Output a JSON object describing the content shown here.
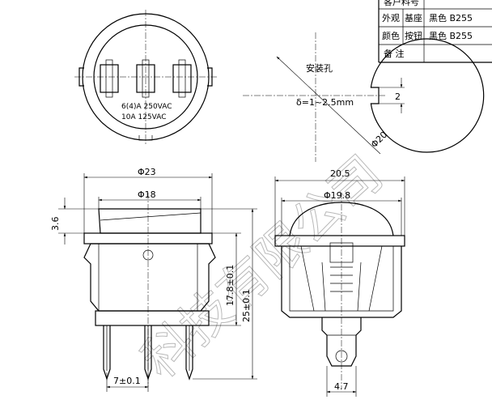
{
  "spec_table": {
    "rows": [
      {
        "label": "客户料号",
        "sub": "",
        "value": ""
      },
      {
        "label": "外观",
        "sub": "基座",
        "value": "黑色 B255"
      },
      {
        "label": "颜色",
        "sub": "按钮",
        "value": "黑色 B255"
      },
      {
        "label": "备  注",
        "sub": "",
        "value": ""
      }
    ]
  },
  "top_view": {
    "rating_line1": "6(4)A 250VAC",
    "rating_line2": "10A 125VAC"
  },
  "mounting_hole": {
    "title": "安装孔",
    "thickness": "δ=1~2.5mm",
    "diameter": "Φ20",
    "key": "2"
  },
  "front_view": {
    "outer_diameter": "Φ23",
    "rocker_diameter": "Φ18",
    "rocker_height": "3.6",
    "body_height": "17.8±0.1",
    "total_height": "25±0.1",
    "pin_pitch": "7±0.1"
  },
  "side_view": {
    "width": "20.5",
    "diameter": "Φ19.8",
    "terminal_width": "4.7"
  },
  "watermark": {
    "text": "科技有限公司"
  }
}
